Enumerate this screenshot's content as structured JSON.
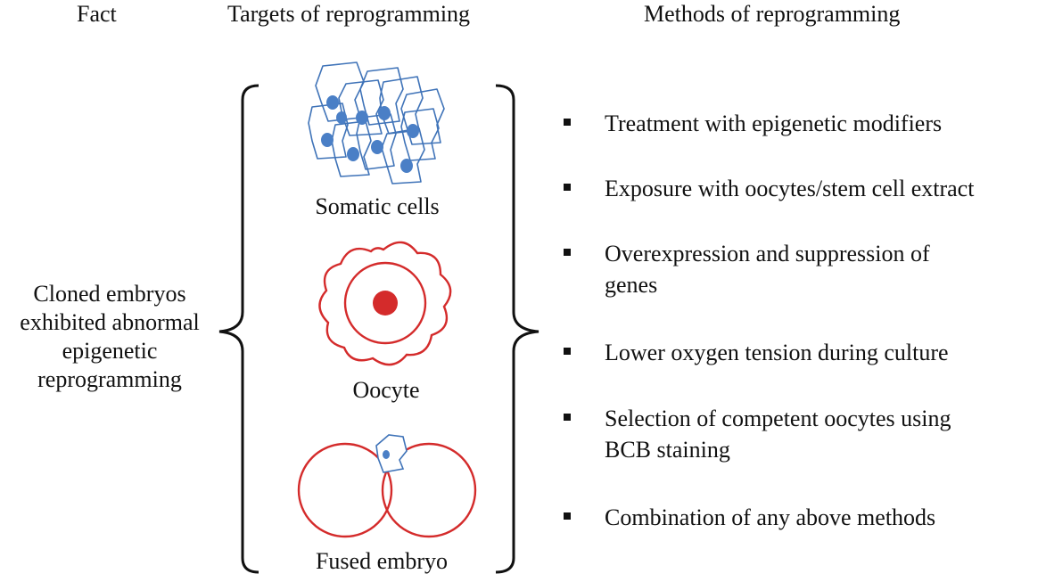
{
  "headers": {
    "fact": "Fact",
    "targets": "Targets of reprogramming",
    "methods": "Methods of reprogramming"
  },
  "fact_text": [
    "Cloned embryos",
    "exhibited abnormal",
    "epigenetic",
    "reprogramming"
  ],
  "targets": [
    {
      "label": "Somatic cells",
      "icon": "somatic-cells-icon"
    },
    {
      "label": "Oocyte",
      "icon": "oocyte-icon"
    },
    {
      "label": "Fused embryo",
      "icon": "fused-embryo-icon"
    }
  ],
  "methods": [
    {
      "lines": [
        "Treatment with epigenetic modifiers"
      ]
    },
    {
      "lines": [
        "Exposure with oocytes/stem cell extract"
      ]
    },
    {
      "lines": [
        "Overexpression and suppression of",
        "genes"
      ]
    },
    {
      "lines": [
        "Lower oxygen tension during culture"
      ]
    },
    {
      "lines": [
        "Selection of competent oocytes using",
        "BCB staining"
      ]
    },
    {
      "lines": [
        "Combination of any above methods"
      ]
    }
  ],
  "colors": {
    "somatic": "#3f73b8",
    "somatic_nucleus": "#4a7fc6",
    "oocyte": "#d42b2b",
    "text": "#111111"
  }
}
